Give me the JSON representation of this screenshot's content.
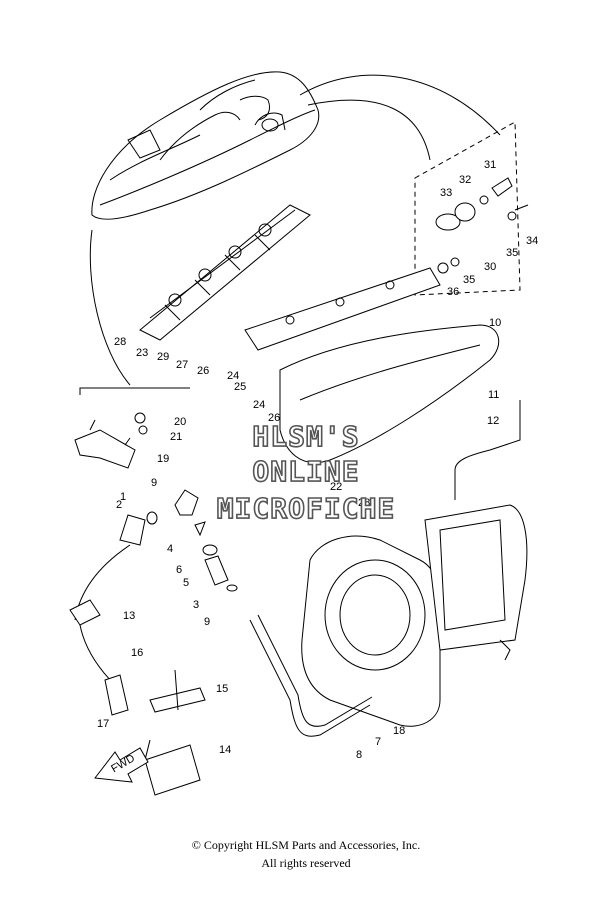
{
  "watermark": {
    "line1": "HLSM'S",
    "line2": "ONLINE",
    "line3": "MICROFICHE"
  },
  "fwd_label": "FWD",
  "callouts": [
    "1",
    "2",
    "3",
    "4",
    "5",
    "6",
    "7",
    "8",
    "9",
    "9",
    "10",
    "11",
    "12",
    "13",
    "14",
    "15",
    "16",
    "17",
    "18",
    "19",
    "20",
    "21",
    "22",
    "23",
    "24",
    "24",
    "25",
    "26",
    "26",
    "27",
    "28",
    "28",
    "29",
    "30",
    "31",
    "32",
    "33",
    "34",
    "35",
    "35",
    "36"
  ],
  "footer": {
    "copyright": "© Copyright HLSM Parts and Accessories, Inc.",
    "rights": "All rights reserved"
  }
}
